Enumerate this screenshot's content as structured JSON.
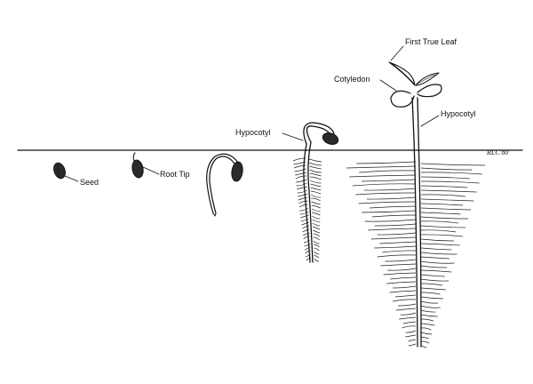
{
  "labels": {
    "seed": "Seed",
    "root_tip": "Root Tip",
    "hypocotyl_left": "Hypocotyl",
    "first_true_leaf": "First True Leaf",
    "cotyledon": "Cotyledon",
    "hypocotyl_right": "Hypocotyl"
  },
  "signature": "RLC'80",
  "colors": {
    "ink": "#111111",
    "background": "#ffffff"
  }
}
